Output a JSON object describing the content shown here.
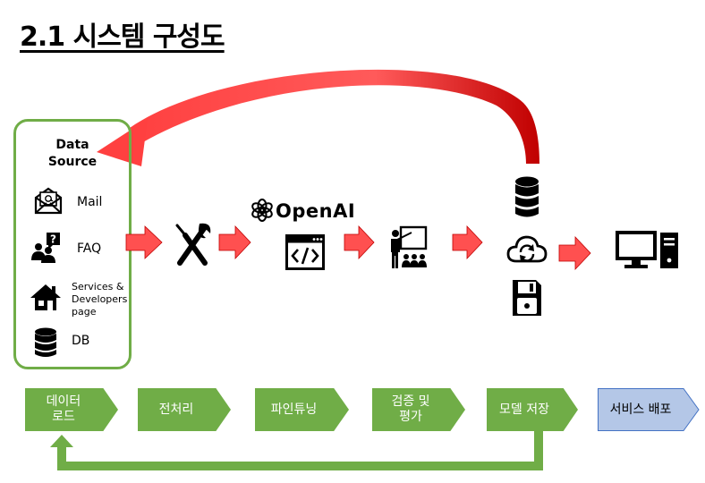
{
  "title": "2.1 시스템 구성도",
  "data_source": {
    "title_line1": "Data",
    "title_line2": "Source",
    "items": [
      {
        "label": "Mail",
        "icon": "mail-icon"
      },
      {
        "label": "FAQ",
        "icon": "faq-icon"
      },
      {
        "label_line1": "Services &",
        "label_line2": "Developers",
        "label_line3": "page",
        "icon": "home-icon"
      },
      {
        "label": "DB",
        "icon": "database-icon"
      }
    ]
  },
  "openai_label": "OpenAI",
  "steps": [
    {
      "line1": "데이터",
      "line2": "로드"
    },
    {
      "line1": "전처리"
    },
    {
      "line1": "파인튜닝"
    },
    {
      "line1": "검증 및",
      "line2": "평가"
    },
    {
      "line1": "모델 저장"
    },
    {
      "line1": "서비스 배포"
    }
  ],
  "colors": {
    "green": "#70ad47",
    "light_blue": "#b4c7e7",
    "arrow_red": "#ff5050"
  }
}
